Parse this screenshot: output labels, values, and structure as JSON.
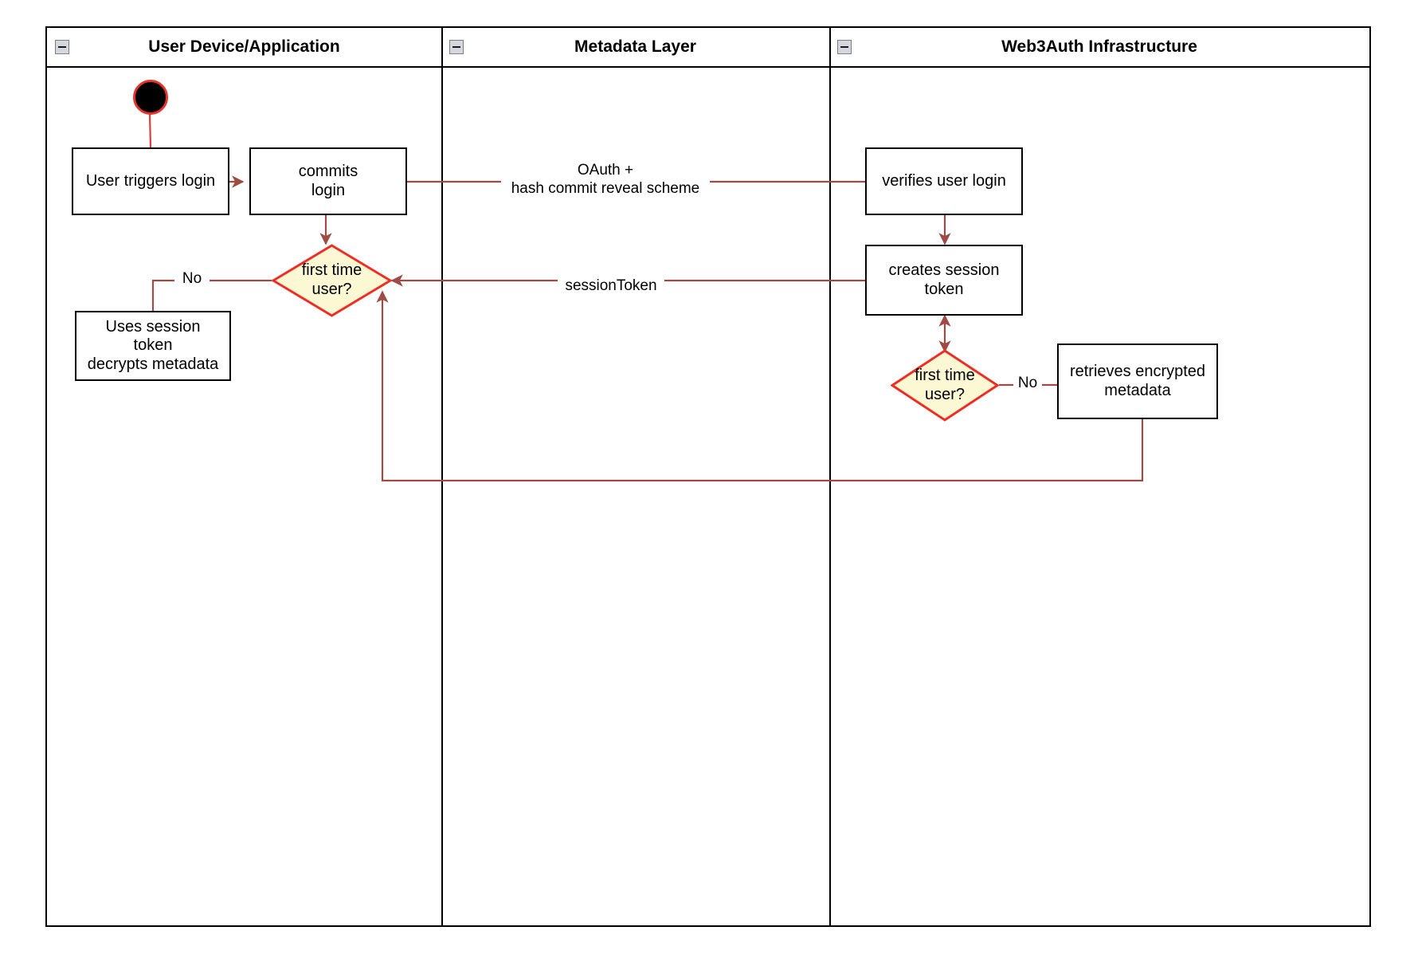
{
  "diagram": {
    "type": "uml-activity-swimlane",
    "background_color": "#ffffff",
    "edge_color": "#a04a46",
    "decision_fill": "#fcf8d4",
    "decision_stroke": "#ee2e24",
    "node_stroke": "#000000",
    "start_node_fill": "#000000",
    "start_node_stroke": "#e8332a"
  },
  "lanes": [
    {
      "id": "user-device",
      "title": "User Device/Application",
      "collapse_icon": "collapse-minus-icon"
    },
    {
      "id": "metadata-layer",
      "title": "Metadata Layer",
      "collapse_icon": "collapse-minus-icon"
    },
    {
      "id": "web3auth",
      "title": "Web3Auth Infrastructure",
      "collapse_icon": "collapse-minus-icon"
    }
  ],
  "nodes": {
    "start": {
      "kind": "initial-node",
      "label": ""
    },
    "user_triggers_login": {
      "kind": "activity",
      "label": "User triggers login",
      "lane": "user-device"
    },
    "commits_login": {
      "kind": "activity",
      "label": "commits\nlogin",
      "line1": "commits",
      "line2": "login",
      "lane": "user-device"
    },
    "first_time_user_left": {
      "kind": "decision",
      "label": "first time\nuser?",
      "line1": "first time",
      "line2": "user?",
      "lane": "user-device"
    },
    "uses_session_token": {
      "kind": "activity",
      "label": "Uses session token decrypts metadata",
      "line1": "Uses session",
      "line2": "token",
      "line3": "decrypts metadata",
      "lane": "user-device"
    },
    "verifies_user_login": {
      "kind": "activity",
      "label": "verifies user login",
      "lane": "web3auth"
    },
    "creates_session_token": {
      "kind": "activity",
      "label": "creates session token",
      "line1": "creates session",
      "line2": "token",
      "lane": "web3auth"
    },
    "first_time_user_right": {
      "kind": "decision",
      "label": "first time\nuser?",
      "line1": "first time",
      "line2": "user?",
      "lane": "web3auth"
    },
    "retrieves_encrypted_metadata": {
      "kind": "activity",
      "label": "retrieves encrypted metadata",
      "line1": "retrieves encrypted",
      "line2": "metadata",
      "lane": "web3auth"
    }
  },
  "edge_labels": {
    "oauth_line1": "OAuth +",
    "oauth_line2": "hash commit reveal scheme",
    "session_token": "sessionToken",
    "no_left": "No",
    "no_right": "No"
  }
}
